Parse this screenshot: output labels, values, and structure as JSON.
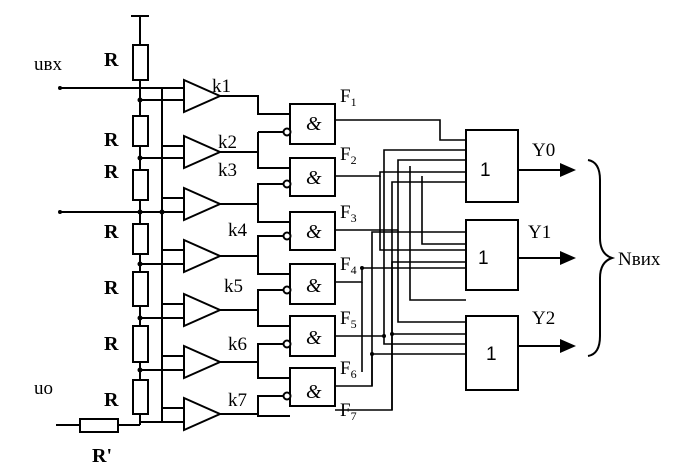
{
  "labels": {
    "u_in": "uвх",
    "u_zero": "uо",
    "resistor": "R",
    "resistor_prime": "R'",
    "comparators": [
      "k1",
      "k2",
      "k3",
      "k4",
      "k5",
      "k6",
      "k7"
    ],
    "and_symbol": "&",
    "or_symbol": "1",
    "f_main": "F",
    "f_subs": [
      "1",
      "2",
      "3",
      "4",
      "5",
      "6",
      "7"
    ],
    "outputs": [
      "Y0",
      "Y1",
      "Y2"
    ],
    "n_out": "Nвих"
  },
  "colors": {
    "ink": "#000000",
    "paper": "#ffffff"
  }
}
